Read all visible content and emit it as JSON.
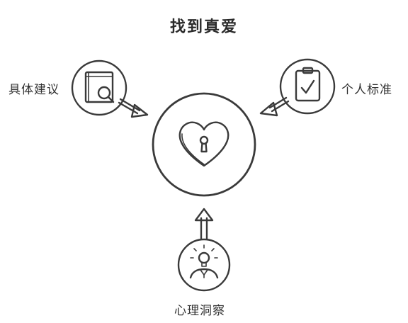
{
  "title": "找到真爱",
  "nodes": {
    "left": {
      "label": "具体建议",
      "icon": "book-search-icon"
    },
    "right": {
      "label": "个人标准",
      "icon": "clipboard-check-icon"
    },
    "bottom": {
      "label": "心理洞察",
      "icon": "lightbulb-person-icon"
    },
    "center": {
      "icon": "heart-lock-icon"
    }
  }
}
